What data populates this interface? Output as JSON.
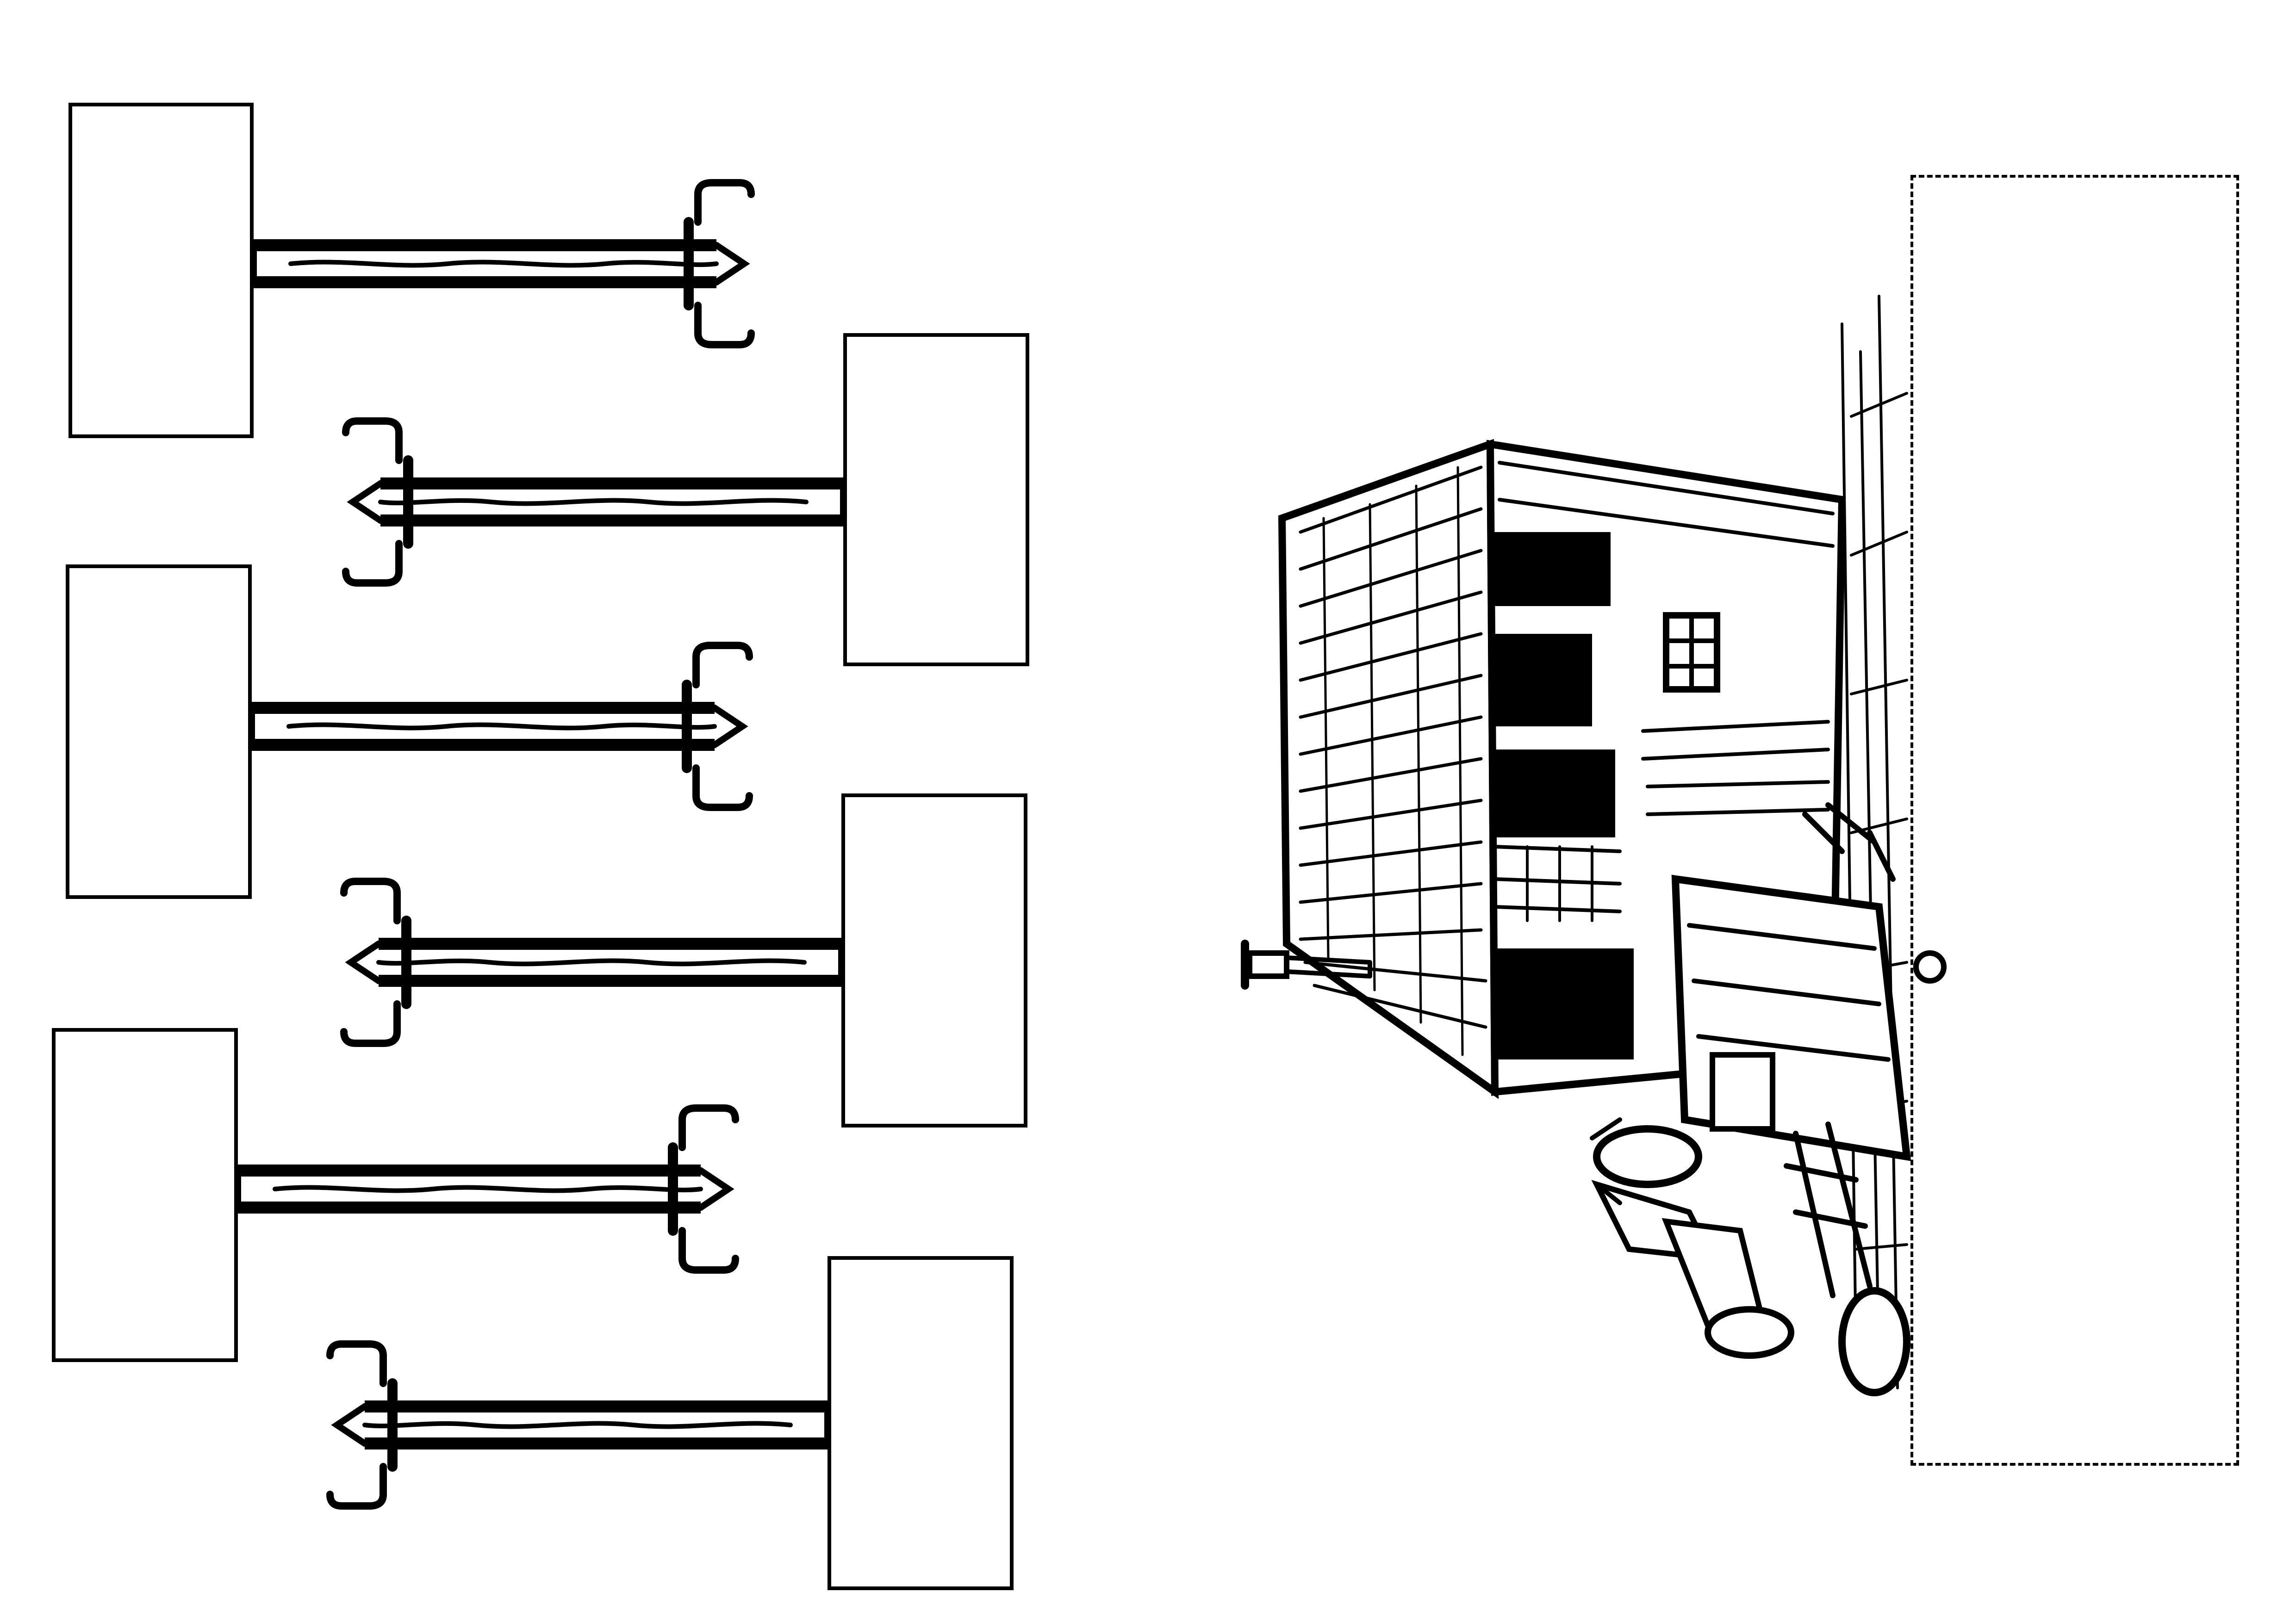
{
  "worksheet": {
    "ink_color": "#000000",
    "paper_color": "#ffffff",
    "left_label_boxes": 3,
    "right_label_boxes": 3,
    "arrows": 6,
    "icons": [
      "sword-arrow-icon",
      "shed-illustration",
      "scrap-pile-illustration"
    ]
  },
  "answer_area": {
    "border": "dashed"
  }
}
